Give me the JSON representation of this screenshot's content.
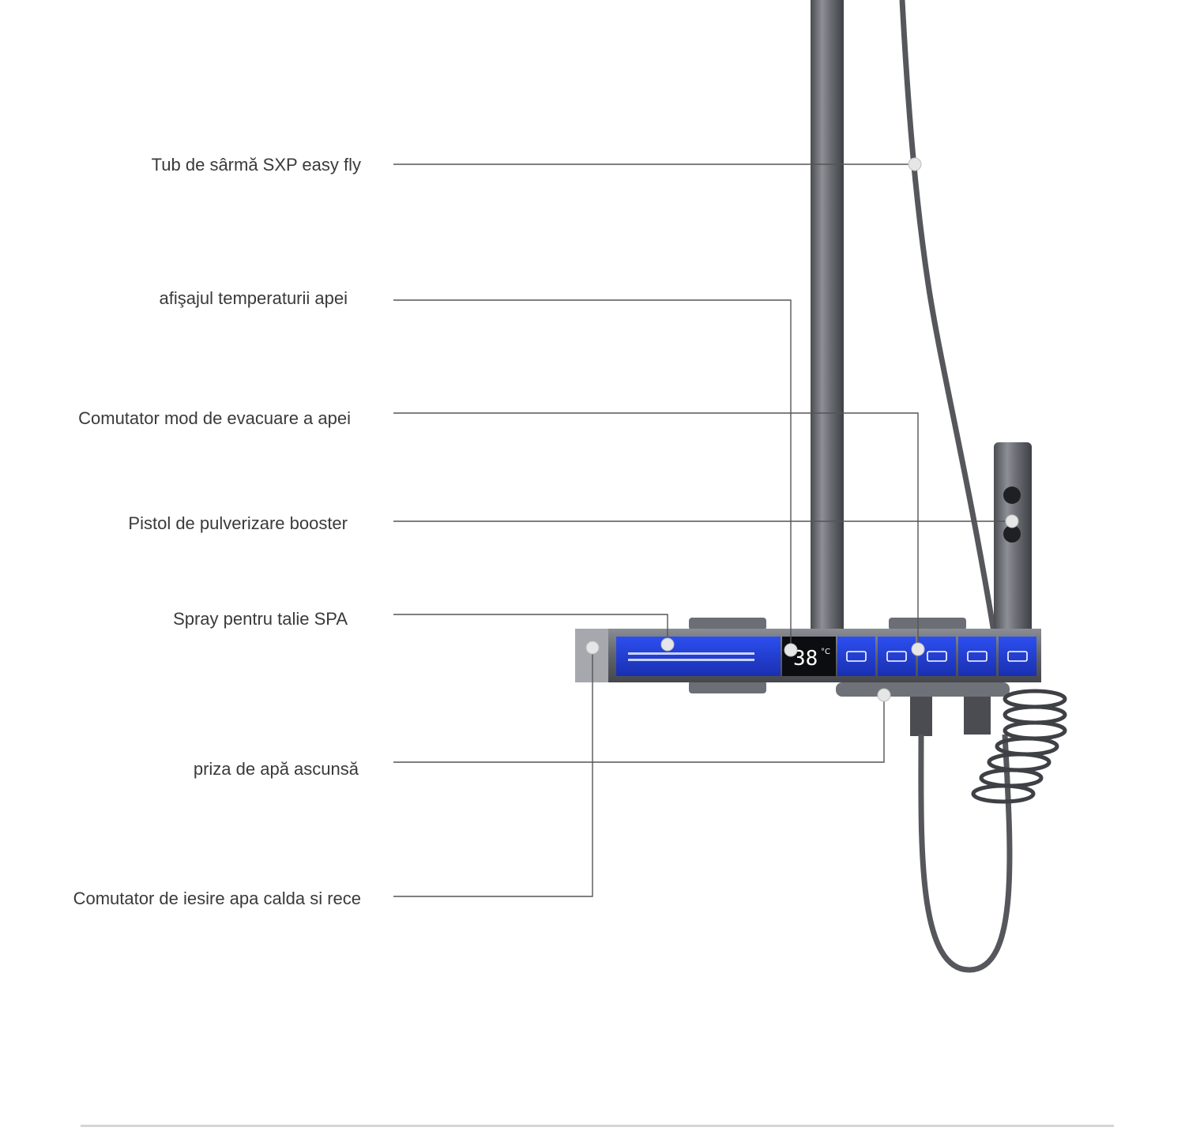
{
  "callouts": [
    {
      "id": "wire-tube",
      "text": "Tub de sârmă SXP easy fly"
    },
    {
      "id": "temp-display",
      "text": "afişajul temperaturii apei"
    },
    {
      "id": "mode-switch",
      "text": "Comutator mod de evacuare a apei"
    },
    {
      "id": "booster-gun",
      "text": "Pistol de pulverizare booster"
    },
    {
      "id": "spa-spray",
      "text": "Spray pentru talie SPA"
    },
    {
      "id": "hidden-outlet",
      "text": "priza de apă ascunsă"
    },
    {
      "id": "hot-cold-switch",
      "text": "Comutator de iesire apa calda si rece"
    }
  ],
  "display": {
    "temperature": "38",
    "unit": "°C"
  },
  "colors": {
    "panel_blue": "#1f3fd8",
    "metal": "#5a5d63",
    "line": "#555555",
    "text": "#3a3a3a"
  },
  "icons": [
    "waterfall-icon",
    "rain-icon",
    "tub-icon",
    "handshower-icon",
    "top-shower-icon"
  ]
}
